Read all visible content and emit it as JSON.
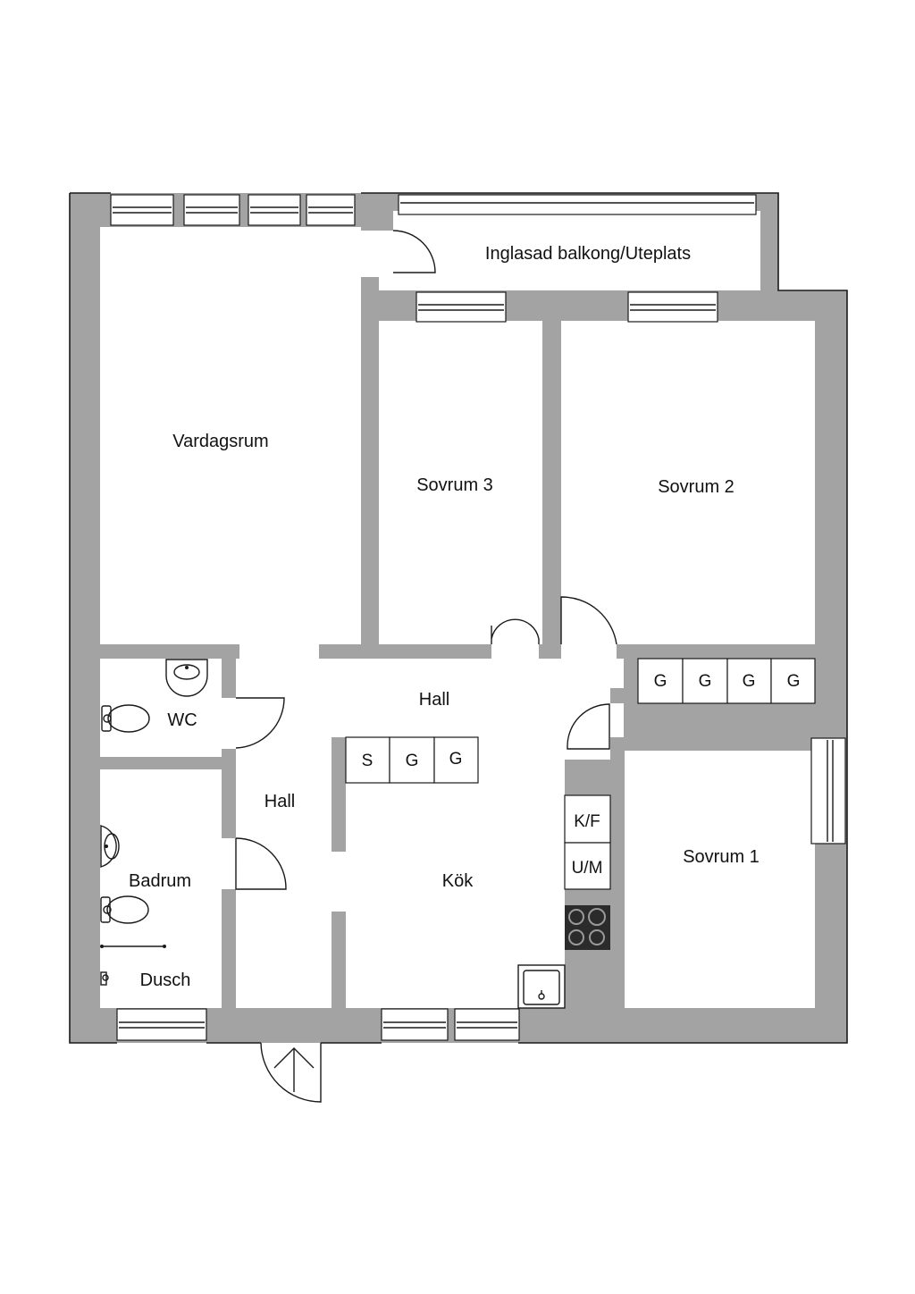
{
  "rooms": {
    "balcony": "Inglasad balkong/Uteplats",
    "living": "Vardagsrum",
    "bedroom3": "Sovrum 3",
    "bedroom2": "Sovrum 2",
    "bedroom1": "Sovrum 1",
    "hall_upper": "Hall",
    "hall_lower": "Hall",
    "wc": "WC",
    "bathroom": "Badrum",
    "shower": "Dusch",
    "kitchen": "Kök"
  },
  "storage": {
    "bedroom1_wardrobes": [
      "G",
      "G",
      "G",
      "G"
    ],
    "hall_units": [
      "S",
      "G",
      "G"
    ]
  },
  "kitchen_units": {
    "fridge_freezer": "K/F",
    "dishwasher": "U/M"
  },
  "colors": {
    "wall": "#a3a3a3",
    "outline": "#1a1a1a",
    "background": "#ffffff"
  },
  "icons": [
    "entrance-arrow-icon",
    "toilet-icon",
    "sink-icon",
    "stove-icon",
    "kitchen-sink-icon",
    "shower-fixture-icon"
  ]
}
